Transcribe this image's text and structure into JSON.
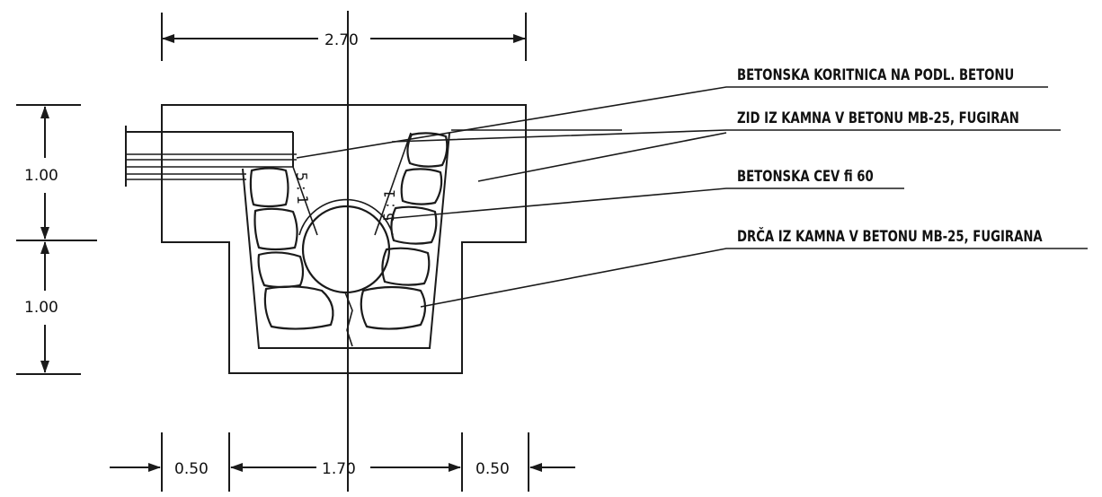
{
  "dimensions": {
    "total_width": "2.70",
    "left_offset": "0.50",
    "inner_width": "1.70",
    "right_offset": "0.50",
    "upper_height": "1.00",
    "lower_height": "1.00"
  },
  "slopes": {
    "left": "5 : 1",
    "right": "5 : 1"
  },
  "labels": [
    "BETONSKA KORITNICA NA PODL. BETONU",
    "ZID IZ KAMNA V BETONU MB-25, FUGIRAN",
    "BETONSKA CEV fi 60",
    "DRČA IZ KAMNA V BETONU MB-25, FUGIRANA"
  ],
  "colors": {
    "line": "#1a1a1a",
    "background": "#ffffff"
  }
}
